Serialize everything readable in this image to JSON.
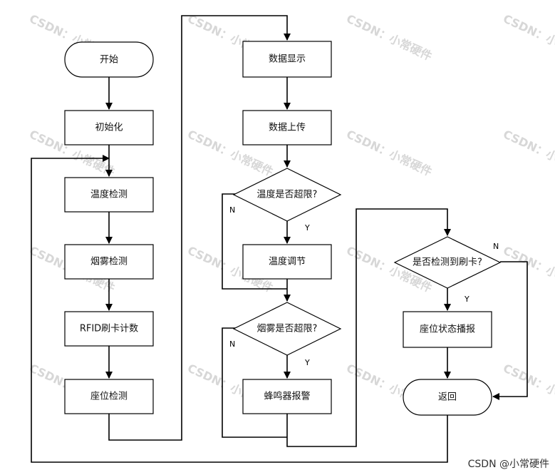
{
  "nodes": {
    "start": "开始",
    "init": "初始化",
    "temp_detect": "温度检测",
    "smoke_detect": "烟雾检测",
    "rfid_count": "RFID刷卡计数",
    "seat_detect": "座位检测",
    "data_display": "数据显示",
    "data_upload": "数据上传",
    "temp_over": "温度是否超限?",
    "temp_adjust": "温度调节",
    "smoke_over": "烟雾是否超限?",
    "buzzer_alarm": "蜂鸣器报警",
    "card_check": "是否检测到刷卡?",
    "seat_report": "座位状态播报",
    "return": "返回"
  },
  "labels": {
    "yes": "Y",
    "no": "N"
  },
  "watermark": "CSDN：小常硬件",
  "footer": "CSDN @小常硬件"
}
